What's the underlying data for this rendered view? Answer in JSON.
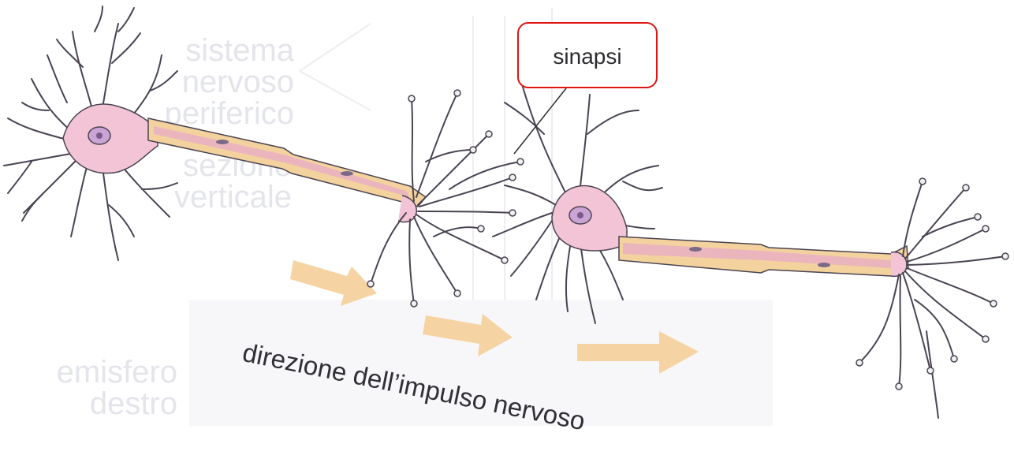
{
  "labels": {
    "callout": "sinapsi",
    "direction": "direzione dell’impulso nervoso"
  },
  "background_labels": {
    "system": "sistema nervoso periferico",
    "section": "sezione verticale",
    "hemisphere": "emisfero destro"
  },
  "colors": {
    "cell_body": "#f2c4d6",
    "nucleus": "#c9a4d4",
    "axon_sheath": "#f3d29e",
    "axon_core": "#e9aec4",
    "outline": "#4a4452",
    "flow_arrow": "#f6d3a3",
    "callout_border": "#e01414",
    "ghost": "#e4e5ea"
  },
  "icons": {
    "flow": "right-arrow-icon",
    "callout_pointer": "leader-line"
  }
}
